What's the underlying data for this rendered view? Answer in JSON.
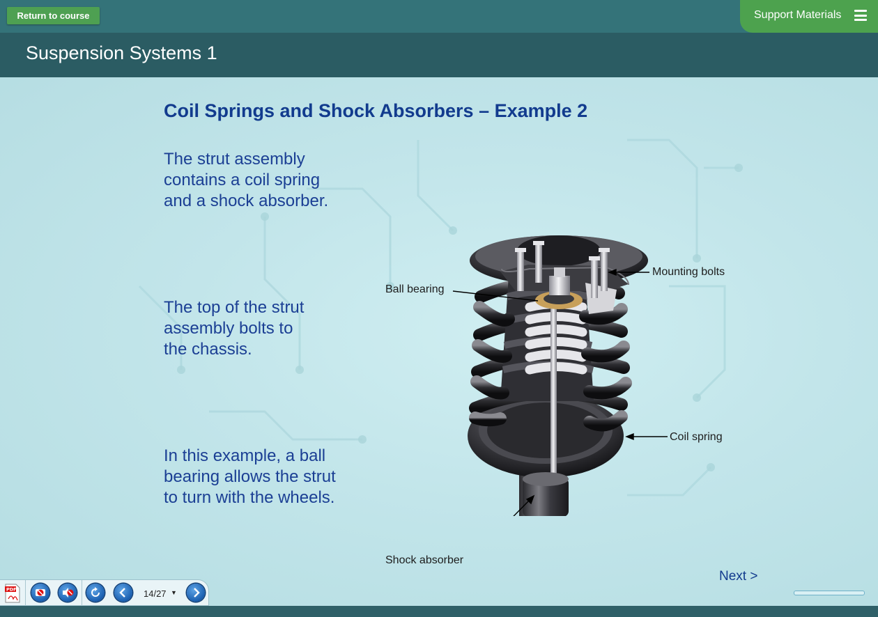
{
  "header": {
    "return_label": "Return to course",
    "support_label": "Support Materials",
    "menu_icon": "hamburger-menu-icon"
  },
  "course": {
    "title": "Suspension Systems 1"
  },
  "slide": {
    "title": "Coil Springs and Shock Absorbers – Example 2",
    "paragraphs": [
      {
        "lines": [
          "The strut assembly",
          "contains a coil spring",
          "and a shock absorber."
        ]
      },
      {
        "lines": [
          "The top of the strut",
          "assembly bolts to",
          "the chassis."
        ]
      },
      {
        "lines": [
          "In this example, a ball",
          "bearing allows the strut",
          "to turn with the wheels."
        ]
      }
    ],
    "figure_labels": {
      "mounting_bolts": "Mounting bolts",
      "ball_bearing": "Ball bearing",
      "coil_spring": "Coil spring",
      "shock_absorber": "Shock absorber"
    }
  },
  "navigation": {
    "next_label": "Next >"
  },
  "toolbar": {
    "page_indicator": "14/27",
    "dropdown_glyph": "▼",
    "icons": [
      "pdf-icon",
      "captions-off-icon",
      "audio-off-icon",
      "replay-icon",
      "previous-icon",
      "next-icon"
    ]
  },
  "colors": {
    "top_bar": "#347379",
    "title_bar": "#2b5c63",
    "accent_green": "#4da24e",
    "content_bg": "#b9e0e5",
    "text_blue": "#123b8e"
  }
}
